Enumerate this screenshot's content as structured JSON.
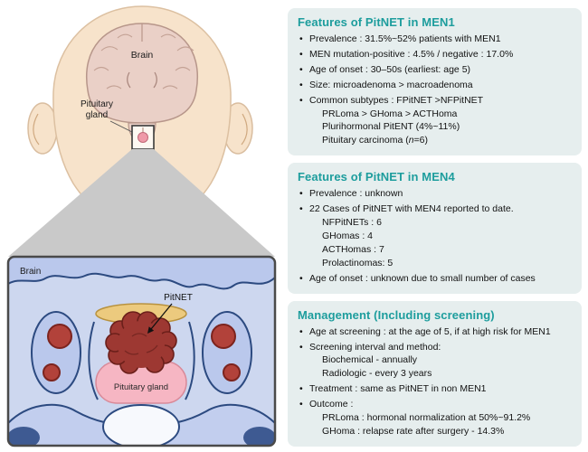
{
  "colors": {
    "heading_teal": "#1d9d9d",
    "panel_bg": "#e6eeee",
    "skin": "#f7e3cb",
    "inset_bg": "#cdd7ef",
    "tumor_red": "#9d3832",
    "pituitary_pink": "#f6b6c3",
    "chiasm_yellow": "#ecca7e",
    "structure_blue": "#2c4a80"
  },
  "anatomy": {
    "brain_label": "Brain",
    "pituitary_line1": "Pituitary",
    "pituitary_line2": "gland",
    "inset": {
      "brain_label": "Brain",
      "pitnet_label": "PitNET",
      "pituitary_label": "Pituitary gland"
    }
  },
  "panels": [
    {
      "title": "Features of PitNET in MEN1",
      "items": [
        {
          "text": "Prevalence : 31.5%~52% patients with MEN1"
        },
        {
          "text": "MEN mutation-positive : 4.5% / negative : 17.0%"
        },
        {
          "text": "Age of onset : 30–50s (earliest: age 5)"
        },
        {
          "text": "Size: microadenoma > macroadenoma"
        },
        {
          "text": "Common subtypes : FPitNET >NFPitNET",
          "subs": [
            {
              "text": "PRLoma > GHoma > ACTHoma"
            },
            {
              "text": "Plurihormonal PitENT (4%~11%)"
            },
            {
              "pre": "Pituitary carcinoma (",
              "italic": "n",
              "post": "=6)"
            }
          ]
        }
      ]
    },
    {
      "title": "Features of PitNET in MEN4",
      "items": [
        {
          "text": "Prevalence : unknown"
        },
        {
          "text": "22 Cases of PitNET with MEN4 reported to date.",
          "subs": [
            {
              "text": "NFPitNETs : 6"
            },
            {
              "text": "GHomas : 4"
            },
            {
              "text": "ACTHomas : 7"
            },
            {
              "text": "Prolactinomas: 5"
            }
          ]
        },
        {
          "text": "Age of onset : unknown due to small number of cases"
        }
      ]
    },
    {
      "title": "Management (Including screening)",
      "items": [
        {
          "text": "Age at screening : at the age of 5, if at high risk for MEN1"
        },
        {
          "text": "Screening interval and method:",
          "subs": [
            {
              "text": "Biochemical - annually"
            },
            {
              "text": "Radiologic - every 3 years"
            }
          ]
        },
        {
          "text": "Treatment : same as PitNET in non MEN1"
        },
        {
          "text": "Outcome :",
          "subs": [
            {
              "text": "PRLoma : hormonal normalization at 50%~91.2%"
            },
            {
              "text": "GHoma : relapse rate after surgery - 14.3%"
            }
          ]
        }
      ]
    }
  ]
}
